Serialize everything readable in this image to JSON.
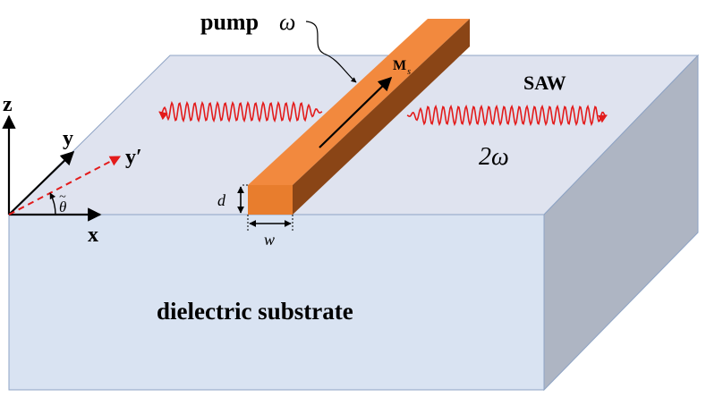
{
  "colors": {
    "substrate_top": "#dfe3ef",
    "substrate_front": "#d9e3f2",
    "substrate_side": "#aeb5c3",
    "substrate_edge": "#8ea3c4",
    "bar_top": "#f2893e",
    "bar_front": "#e87d2d",
    "bar_side": "#8a4516",
    "wave": "#e31b1b",
    "axis": "#000000"
  },
  "labels": {
    "pump": "pump",
    "omega": "ω",
    "magnetization": "M",
    "magnetization_sub": "s",
    "saw": "SAW",
    "two_omega": "2ω",
    "axis_z": "z",
    "axis_y": "y",
    "axis_y_prime": "y′",
    "axis_x": "x",
    "theta": "θ",
    "theta_accent": "~",
    "thickness": "d",
    "width": "w",
    "substrate": "dielectric substrate"
  }
}
